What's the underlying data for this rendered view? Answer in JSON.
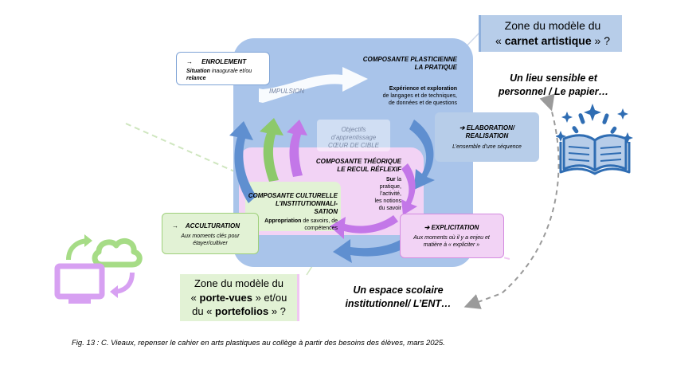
{
  "enrolement": {
    "arrow": "→",
    "title": "ENROLEMENT",
    "text_strong": "Situation",
    "text_rest": "inaugurale et/ou",
    "text_line2": "relance"
  },
  "impulsion": "IMPULSION",
  "plasticienne": {
    "title_line1": "COMPOSANTE PLASTICIENNE",
    "title_line2": "LA PRATIQUE",
    "text_strong": "Expérience et exploration",
    "text_line2": "de langages et de techniques,",
    "text_line3": "de données et de questions"
  },
  "objectifs": {
    "line1": "Objectifs",
    "line2": "d’apprentissage",
    "line3": "CŒUR DE CIBLE"
  },
  "theorique": {
    "title_line1": "COMPOSANTE THÉORIQUE",
    "title_line2": "LE RECUL RÉFLEXIF",
    "text_strong": "Sur",
    "text_rest": "la",
    "text_lines": [
      "pratique,",
      "l’activité,",
      "les notions",
      "du savoir"
    ]
  },
  "culturelle": {
    "title_line1": "COMPOSANTE CULTURELLE",
    "title_line2": "L’INSTITUTIONNALI-",
    "title_line3": "SATION",
    "text_strong": "Appropriation",
    "text_rest": "de savoirs, de",
    "text_line2": "compétences"
  },
  "elaboration": {
    "title_line1": "➔ ELABORATION/",
    "title_line2": "REALISATION",
    "text": "L’ensemble d’une séquence"
  },
  "explicitation": {
    "title": "➔ EXPLICITATION",
    "text_line1": "Aux moments où il y a enjeu et",
    "text_line2": "matière à « expliciter »"
  },
  "acculturation": {
    "arrow": "→",
    "title": "ACCULTURATION",
    "text_line1": "Aux moments clés pour",
    "text_line2": "étayer/cultiver"
  },
  "zone_carnet": {
    "line1": "Zone du modèle du",
    "line2_pre": "« ",
    "line2_bold": "carnet artistique",
    "line2_post": " » ?"
  },
  "lieu_sensible": {
    "line1": "Un lieu sensible et",
    "line2": "personnel / Le papier…"
  },
  "zone_porte": {
    "line1": "Zone du modèle du",
    "line2_pre": "« ",
    "line2_bold": "porte-vues",
    "line2_post": " » et/ou",
    "line3_pre": "du « ",
    "line3_bold": "portefolios",
    "line3_post": " » ?"
  },
  "espace_scolaire": {
    "line1": "Un espace scolaire",
    "line2": "institutionnel/ L’ENT…"
  },
  "caption": "Fig. 13 : C. Vieaux, repenser le cahier en arts plastiques au collège à partir des besoins des élèves, mars 2025.",
  "icons": {
    "book": "open-book-sparkle-icon",
    "sync": "computer-cloud-sync-icon"
  },
  "colors": {
    "blue_area": "#a9c4ea",
    "pink_area": "#f2d3f5",
    "green_box": "#e2f2d5",
    "label_box": "#b7cde9",
    "arrow_blue": "#5f8fd0",
    "arrow_green": "#8dc96b",
    "arrow_purple": "#c377e8",
    "icon_blue": "#2f6db3",
    "icon_green": "#a6dc86",
    "icon_purple": "#d7a0f2"
  }
}
